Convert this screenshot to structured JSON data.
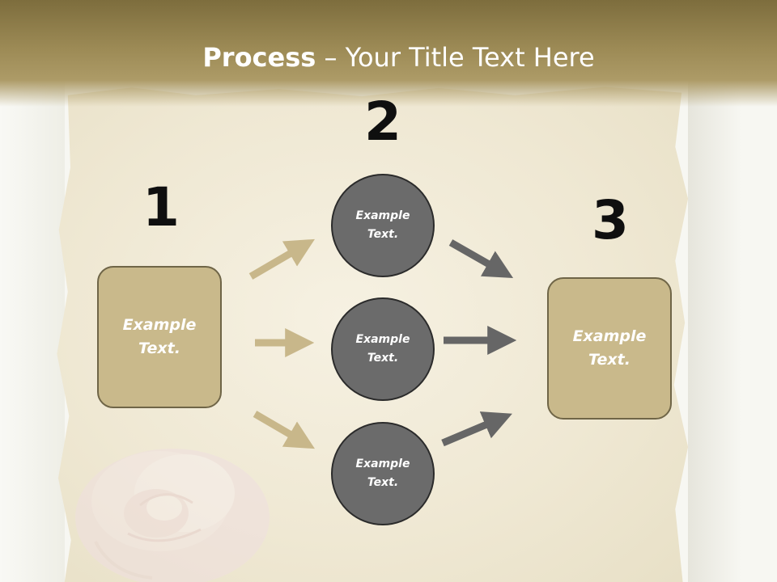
{
  "slide": {
    "title_bold": "Process",
    "title_rest": " – Your Title Text Here"
  },
  "steps": [
    {
      "number": "1",
      "text_line1": "Example",
      "text_line2": "Text."
    },
    {
      "number": "2"
    },
    {
      "number": "3",
      "text_line1": "Example",
      "text_line2": "Text."
    }
  ],
  "circles": [
    {
      "text_line1": "Example",
      "text_line2": "Text."
    },
    {
      "text_line1": "Example",
      "text_line2": "Text."
    },
    {
      "text_line1": "Example",
      "text_line2": "Text."
    }
  ],
  "colors": {
    "header": "#9c8a55",
    "box_fill": "#c9b98b",
    "circle_fill": "#6b6b6b",
    "arrow_tan": "#c8b78a",
    "arrow_gray": "#666666"
  }
}
